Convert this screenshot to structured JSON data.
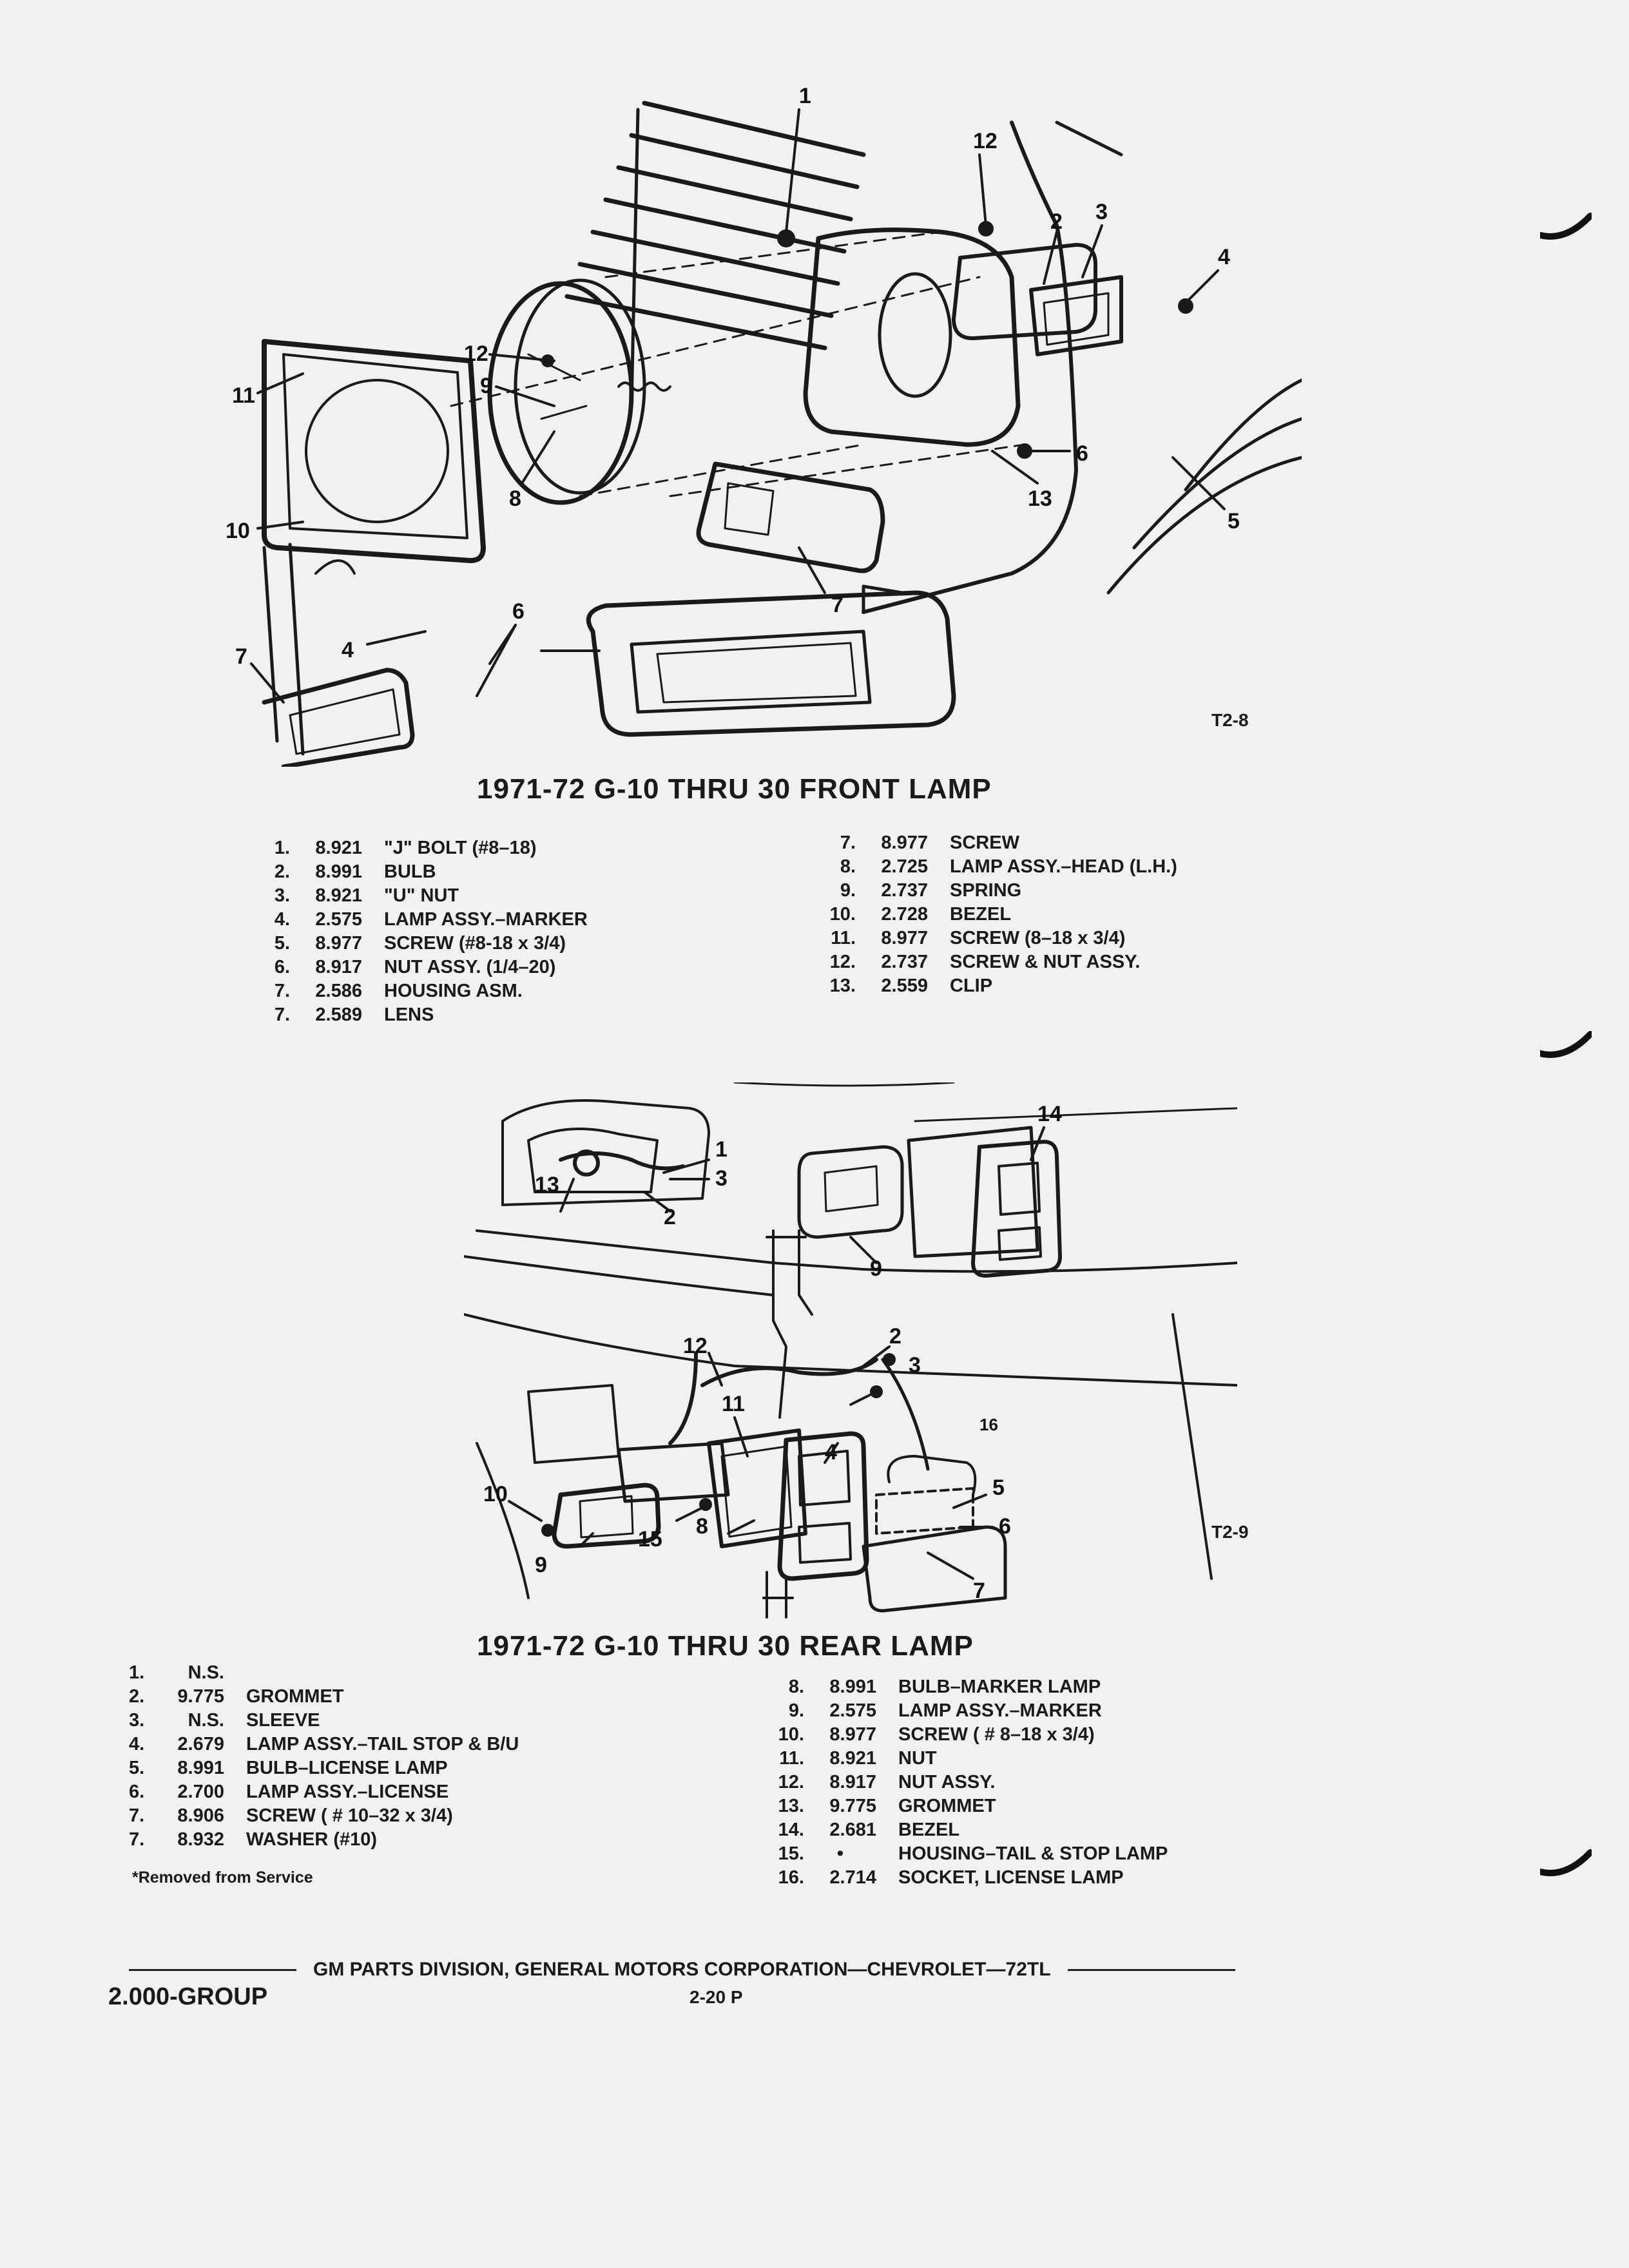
{
  "front": {
    "fig_code": "T2-8",
    "title": "1971-72 G-10 THRU 30 FRONT LAMP",
    "callouts": {
      "c1": "1",
      "c2": "2",
      "c3": "3",
      "c4": "4",
      "c4b": "4",
      "c5": "5",
      "c6": "6",
      "c6b": "6",
      "c7": "7",
      "c7b": "7",
      "c8": "8",
      "c9": "9",
      "c10": "10",
      "c11": "11",
      "c12": "12",
      "c12b": "12",
      "c13": "13"
    },
    "parts_left": [
      {
        "n": "1.",
        "pn": "8.921",
        "d": "\"J\" BOLT (#8–18)"
      },
      {
        "n": "2.",
        "pn": "8.991",
        "d": "BULB"
      },
      {
        "n": "3.",
        "pn": "8.921",
        "d": "\"U\" NUT"
      },
      {
        "n": "4.",
        "pn": "2.575",
        "d": "LAMP ASSY.–MARKER"
      },
      {
        "n": "5.",
        "pn": "8.977",
        "d": "SCREW (#8-18 x 3/4)"
      },
      {
        "n": "6.",
        "pn": "8.917",
        "d": "NUT ASSY. (1/4–20)"
      },
      {
        "n": "7.",
        "pn": "2.586",
        "d": "HOUSING ASM."
      },
      {
        "n": "7.",
        "pn": "2.589",
        "d": "LENS"
      }
    ],
    "parts_right": [
      {
        "n": "7.",
        "pn": "8.977",
        "d": "SCREW"
      },
      {
        "n": "8.",
        "pn": "2.725",
        "d": "LAMP ASSY.–HEAD (L.H.)"
      },
      {
        "n": "9.",
        "pn": "2.737",
        "d": "SPRING"
      },
      {
        "n": "10.",
        "pn": "2.728",
        "d": "BEZEL"
      },
      {
        "n": "11.",
        "pn": "8.977",
        "d": "SCREW (8–18 x 3/4)"
      },
      {
        "n": "12.",
        "pn": "2.737",
        "d": "SCREW & NUT ASSY."
      },
      {
        "n": "13.",
        "pn": "2.559",
        "d": "CLIP"
      }
    ]
  },
  "rear": {
    "fig_code": "T2-9",
    "title": "1971-72 G-10 THRU 30 REAR LAMP",
    "callouts": {
      "r1": "1",
      "r2": "2",
      "r2b": "2",
      "r3": "3",
      "r3b": "3",
      "r4": "4",
      "r5": "5",
      "r6": "6",
      "r7": "7",
      "r8": "8",
      "r9": "9",
      "r9b": "9",
      "r10": "10",
      "r11": "11",
      "r12": "12",
      "r13": "13",
      "r14": "14",
      "r15": "15",
      "r16": "16"
    },
    "parts_left": [
      {
        "n": "1.",
        "pn": "N.S.",
        "d": ""
      },
      {
        "n": "2.",
        "pn": "9.775",
        "d": "GROMMET"
      },
      {
        "n": "3.",
        "pn": "N.S.",
        "d": "SLEEVE"
      },
      {
        "n": "4.",
        "pn": "2.679",
        "d": "LAMP ASSY.–TAIL STOP & B/U"
      },
      {
        "n": "5.",
        "pn": "8.991",
        "d": "BULB–LICENSE LAMP"
      },
      {
        "n": "6.",
        "pn": "2.700",
        "d": "LAMP ASSY.–LICENSE"
      },
      {
        "n": "7.",
        "pn": "8.906",
        "d": "SCREW ( # 10–32 x 3/4)"
      },
      {
        "n": "7.",
        "pn": "8.932",
        "d": "WASHER (#10)"
      }
    ],
    "parts_right": [
      {
        "n": "8.",
        "pn": "8.991",
        "d": "BULB–MARKER LAMP"
      },
      {
        "n": "9.",
        "pn": "2.575",
        "d": "LAMP ASSY.–MARKER"
      },
      {
        "n": "10.",
        "pn": "8.977",
        "d": "SCREW ( # 8–18 x 3/4)"
      },
      {
        "n": "11.",
        "pn": "8.921",
        "d": "NUT"
      },
      {
        "n": "12.",
        "pn": "8.917",
        "d": "NUT ASSY."
      },
      {
        "n": "13.",
        "pn": "9.775",
        "d": "GROMMET"
      },
      {
        "n": "14.",
        "pn": "2.681",
        "d": "BEZEL"
      },
      {
        "n": "15.",
        "pn": "•",
        "d": "HOUSING–TAIL & STOP LAMP"
      },
      {
        "n": "16.",
        "pn": "2.714",
        "d": "SOCKET, LICENSE LAMP"
      }
    ],
    "footnote": "*Removed from Service"
  },
  "footer": {
    "line": "GM PARTS DIVISION, GENERAL MOTORS CORPORATION—CHEVROLET—72TL",
    "group": "2.000-GROUP",
    "page": "2-20 P"
  }
}
